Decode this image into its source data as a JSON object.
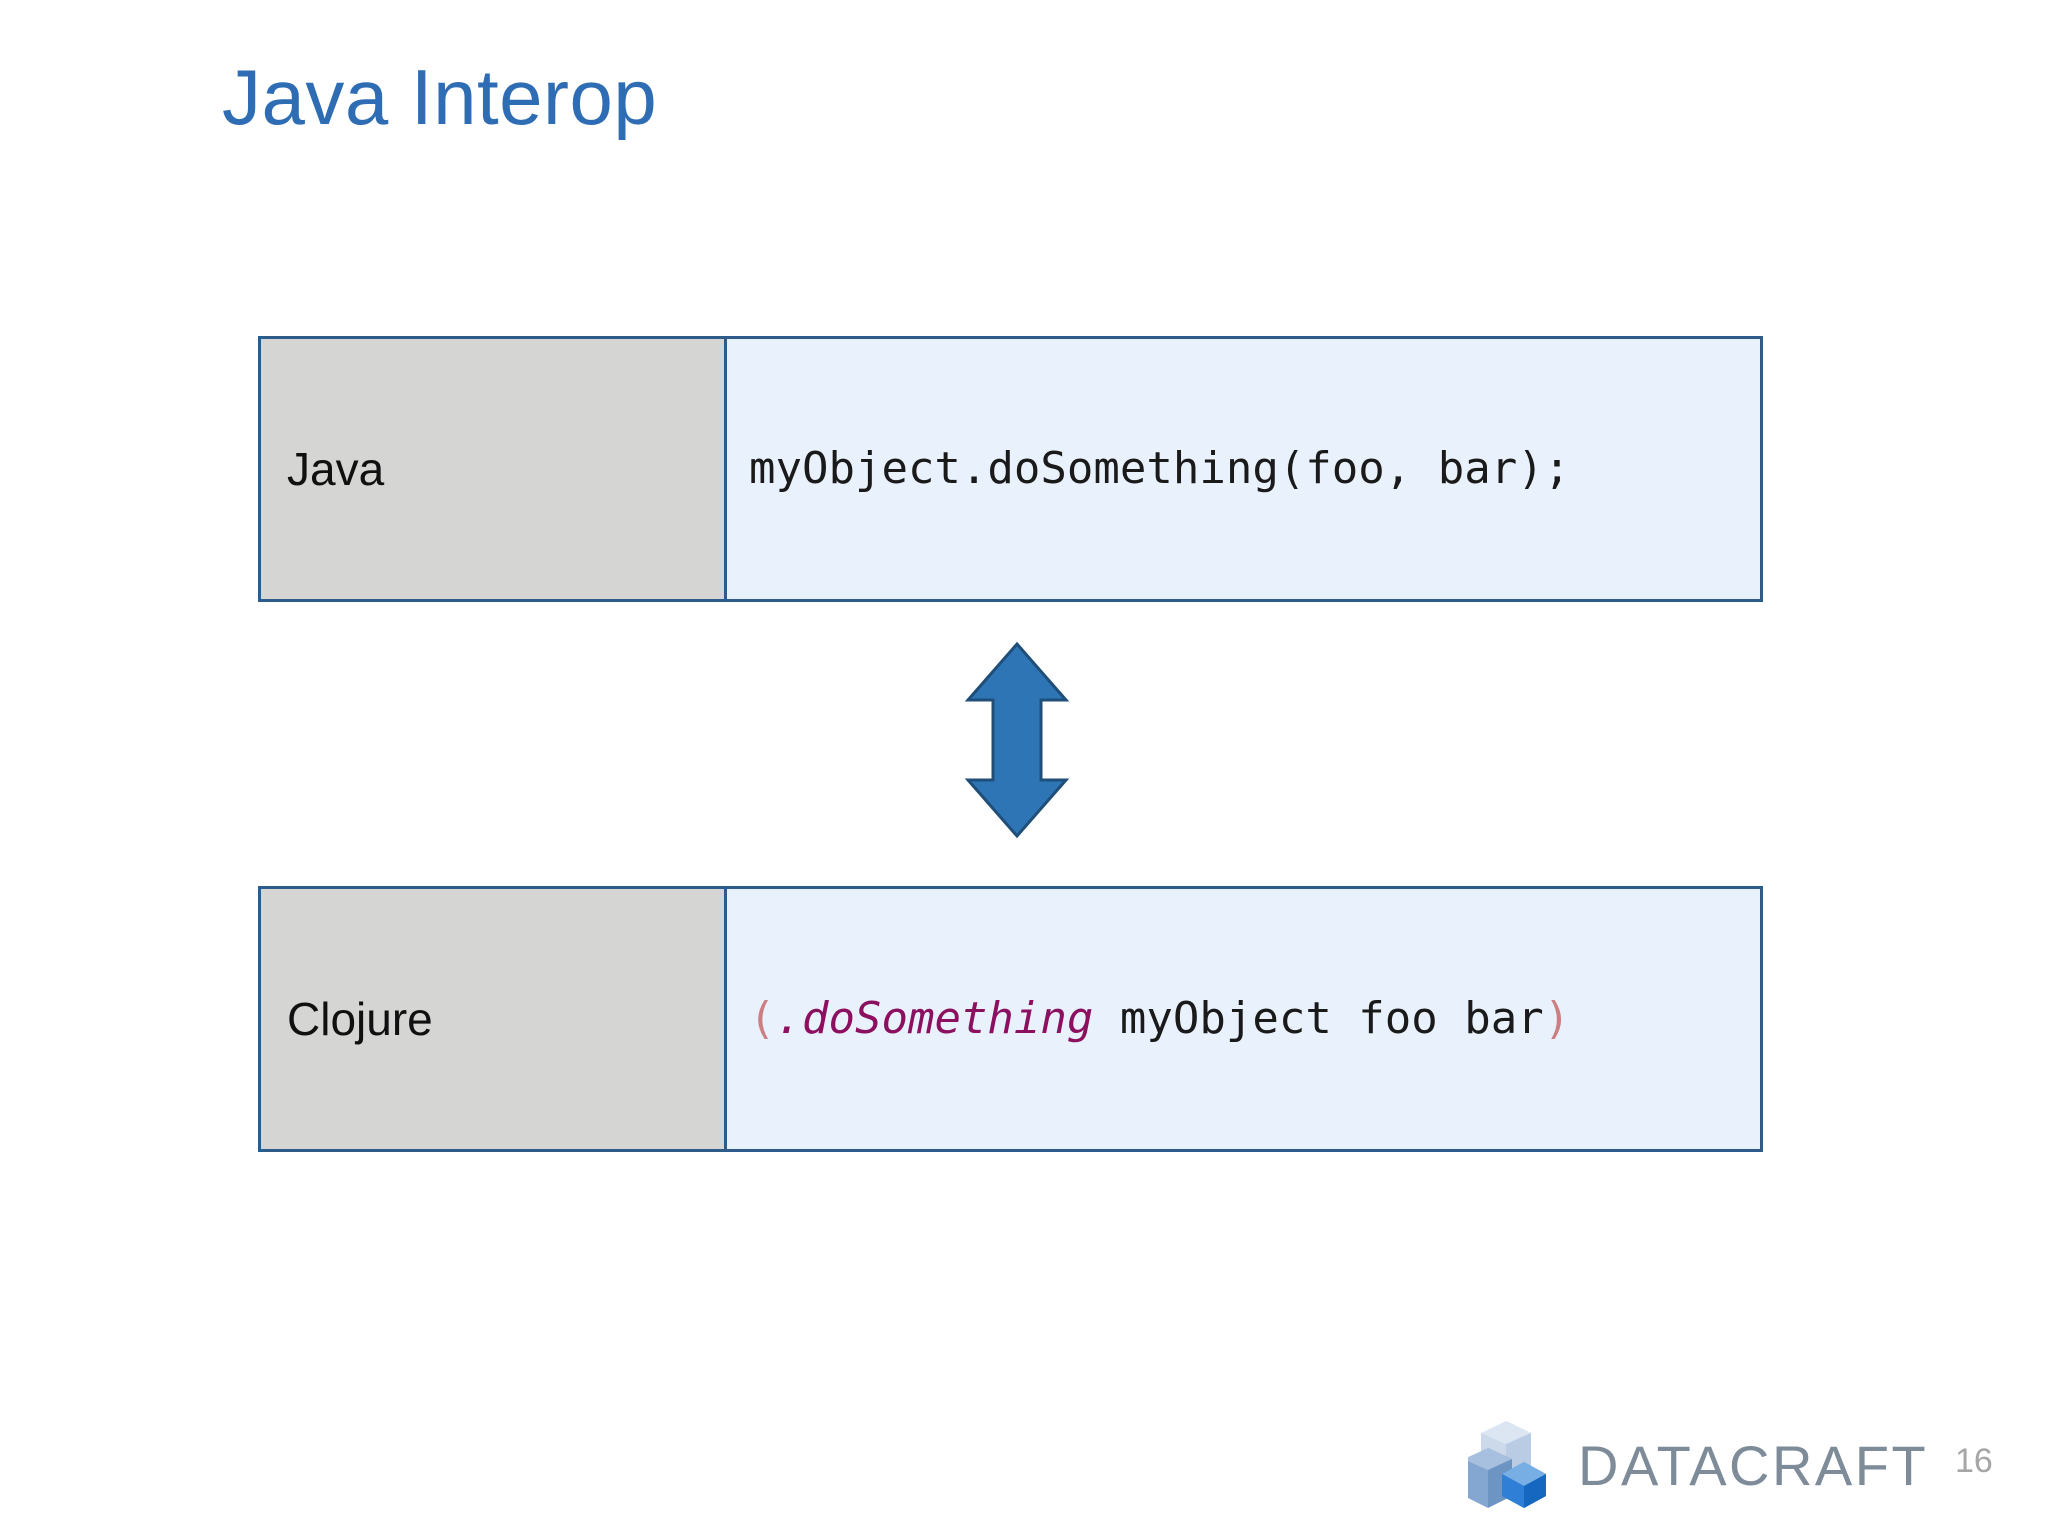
{
  "slide": {
    "title": "Java Interop",
    "page_number": "16",
    "title_color": "#2E6DB4",
    "background_color": "#FFFFFF"
  },
  "comparison": {
    "rows": [
      {
        "language": "Java",
        "code_plain": "myObject.doSomething(foo, bar);",
        "code_tokens": [
          {
            "text": "myObject.doSomething(foo, bar);",
            "style": "plain"
          }
        ]
      },
      {
        "language": "Clojure",
        "code_plain": "(.doSomething myObject foo bar)",
        "code_tokens": [
          {
            "text": "(",
            "style": "paren"
          },
          {
            "text": ".doSomething",
            "style": "method"
          },
          {
            "text": " myObject foo bar",
            "style": "plain"
          },
          {
            "text": ")",
            "style": "paren"
          }
        ]
      }
    ],
    "label_cell_color": "#D5D6D4",
    "code_cell_color": "#E9F2FC",
    "border_color": "#2E5C8A",
    "paren_color": "#CC7F82",
    "method_color": "#8B1060"
  },
  "arrow": {
    "name": "double-headed-vertical-arrow",
    "fill_color": "#2E75B6",
    "stroke_color": "#1F4E79"
  },
  "footer": {
    "wordmark": "DATACRAFT",
    "wordmark_color": "#7E8B99",
    "logo_colors": {
      "pale": "#C9D9EC",
      "mid": "#7FA6D0",
      "deep": "#1E7BD0"
    }
  }
}
